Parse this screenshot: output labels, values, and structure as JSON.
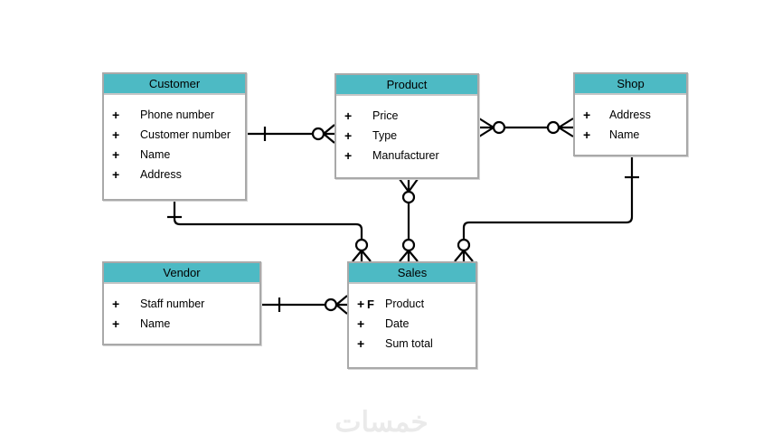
{
  "diagram": {
    "type": "entity-relationship",
    "entities": [
      {
        "name": "Customer",
        "attributes": [
          {
            "marker": "+",
            "label": "Phone number"
          },
          {
            "marker": "+",
            "label": "Customer number"
          },
          {
            "marker": "+",
            "label": "Name"
          },
          {
            "marker": "+",
            "label": "Address"
          }
        ]
      },
      {
        "name": "Product",
        "attributes": [
          {
            "marker": "+",
            "label": "Price"
          },
          {
            "marker": "+",
            "label": "Type"
          },
          {
            "marker": "+",
            "label": "Manufacturer"
          }
        ]
      },
      {
        "name": "Shop",
        "attributes": [
          {
            "marker": "+",
            "label": "Address"
          },
          {
            "marker": "+",
            "label": "Name"
          }
        ]
      },
      {
        "name": "Vendor",
        "attributes": [
          {
            "marker": "+",
            "label": "Staff number"
          },
          {
            "marker": "+",
            "label": "Name"
          }
        ]
      },
      {
        "name": "Sales",
        "attributes": [
          {
            "marker": "+",
            "fk": "F",
            "label": "Product"
          },
          {
            "marker": "+",
            "label": "Date"
          },
          {
            "marker": "+",
            "label": "Sum total"
          }
        ]
      }
    ],
    "relationships": [
      {
        "from": "Customer",
        "to": "Product",
        "from_cardinality": "one",
        "to_cardinality": "zero-or-many"
      },
      {
        "from": "Product",
        "to": "Shop",
        "from_cardinality": "zero-or-many",
        "to_cardinality": "zero-or-many"
      },
      {
        "from": "Product",
        "to": "Sales",
        "from_cardinality": "zero-or-many",
        "to_cardinality": "zero-or-many"
      },
      {
        "from": "Customer",
        "to": "Sales",
        "from_cardinality": "one",
        "to_cardinality": "zero-or-many"
      },
      {
        "from": "Shop",
        "to": "Sales",
        "from_cardinality": "one",
        "to_cardinality": "zero-or-many"
      },
      {
        "from": "Vendor",
        "to": "Sales",
        "from_cardinality": "one",
        "to_cardinality": "zero-or-many"
      }
    ]
  },
  "colors": {
    "entity_header": "#4dbac4",
    "entity_border": "#a9a9a9",
    "connector": "#000000",
    "watermark": "#eaeaea"
  },
  "watermark": {
    "text": "خمسات"
  }
}
